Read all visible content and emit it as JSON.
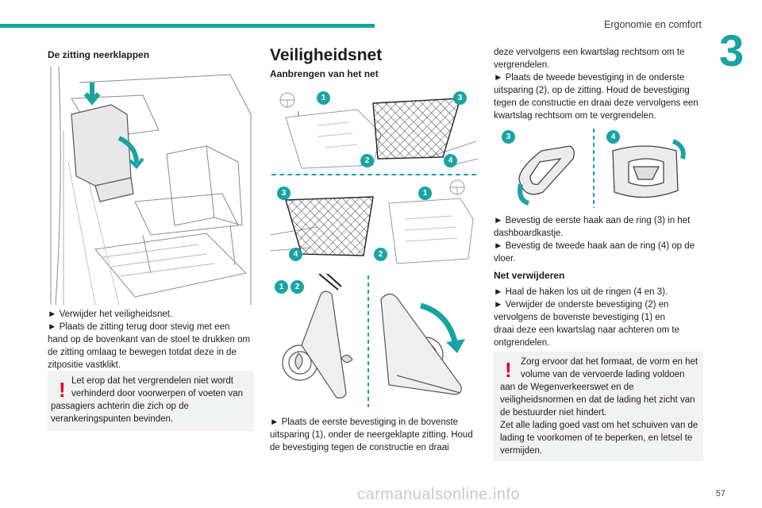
{
  "header": {
    "title": "Ergonomie en comfort",
    "chapter": "3",
    "page": "57"
  },
  "watermark": "carmanualsonline.info",
  "left": {
    "title": "De zitting neerklappen",
    "bullets": [
      "► Verwijder het veiligheidsnet.",
      "► Plaats de zitting terug door stevig met een",
      "hand op de bovenkant van de stoel te drukken om",
      "de zitting omlaag te bewegen totdat deze in de",
      "zitpositie vastklikt."
    ],
    "warning": [
      "Let erop dat het vergrendelen niet wordt",
      "verhinderd door voorwerpen of voeten van",
      "passagiers achterin die zich op de",
      "verankeringspunten bevinden."
    ]
  },
  "middle": {
    "title": "Veiligheidsnet",
    "subtitle": "Aanbrengen van het net",
    "badges": {
      "b1": "1",
      "b2": "2",
      "b3": "3",
      "b4": "4"
    },
    "text": [
      "► Plaats de eerste bevestiging in de bovenste",
      "uitsparing (1), onder de neergeklapte zitting. Houd",
      "de bevestiging tegen de constructie en draai"
    ]
  },
  "right": {
    "text_top": [
      "deze vervolgens een kwartslag rechtsom om te",
      "vergrendelen.",
      "► Plaats de tweede bevestiging in de onderste",
      "uitsparing (2), op de zitting. Houd de bevestiging",
      "tegen de constructie en draai deze vervolgens een",
      "kwartslag rechtsom om te vergrendelen."
    ],
    "text_mid": [
      "► Bevestig de eerste haak aan de ring (3) in het",
      "dashboardkastje.",
      "► Bevestig de tweede haak aan de ring (4) op de",
      "vloer."
    ],
    "remove_title": "Net verwijderen",
    "remove_text": [
      "► Haal de haken los uit de ringen (4 en 3).",
      "► Verwijder de onderste bevestiging (2) en",
      "vervolgens de bovenste bevestiging (1) en",
      "draai deze een kwartslag naar achteren om te",
      "ontgrendelen."
    ],
    "warning": [
      "Zorg ervoor dat het formaat, de vorm en het",
      "volume van de vervoerde lading voldoen",
      "aan de Wegenverkeerswet en de",
      "veiligheidsnormen en dat de lading het zicht van",
      "de bestuurder niet hindert.",
      "Zet alle lading goed vast om het schuiven van de",
      "lading te voorkomen of te beperken, en letsel te",
      "vermijden."
    ]
  },
  "colors": {
    "accent": "#1aa3a3",
    "warning": "#e2002a",
    "box_bg": "#f1f2f2"
  }
}
